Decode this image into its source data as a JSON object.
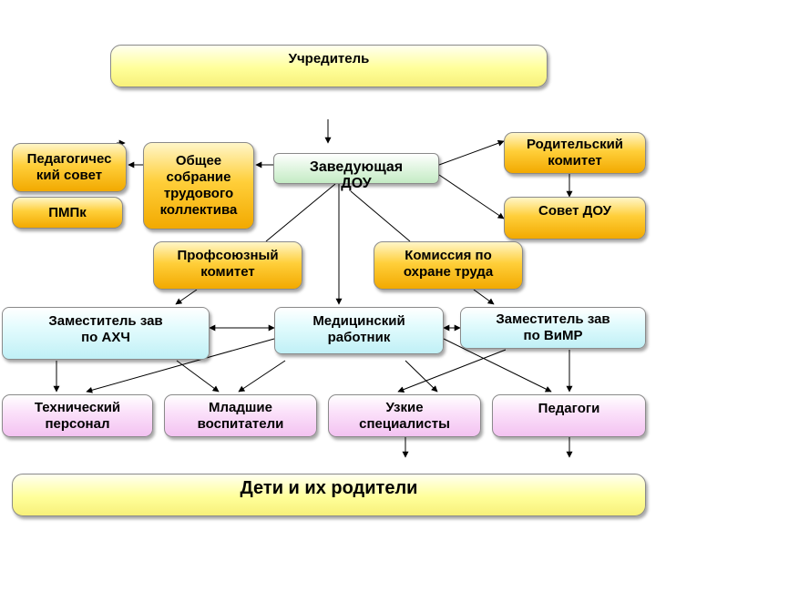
{
  "nodes": {
    "founder": "Учредитель",
    "head": "Заведующая ДОУ",
    "general_meeting": "Общее собрание трудового коллектива",
    "ped_council": "Педагогический совет",
    "pmpk": "ПМПк",
    "parent_committee": "Родительский комитет",
    "dou_council": "Совет ДОУ",
    "trade_union": "Профсоюзный комитет",
    "labor_commission": "Комиссия по охране труда",
    "deputy_ahch": "Заместитель зав по АХЧ",
    "medical": "Медицинский работник",
    "deputy_vimr": "Заместитель зав по ВиМР",
    "tech_staff": "Технический персонал",
    "junior_teachers": "Младшие воспитатели",
    "specialists": "Узкие специалисты",
    "teachers": "Педагоги",
    "children_parents": "Дети и их родители"
  },
  "colors": {
    "yellow": "#ffff9a",
    "orange": "#ffcf3a",
    "green": "#c4ebc4",
    "cyan": "#c0f0f6",
    "pink": "#f3c2f1",
    "line": "#000000"
  }
}
